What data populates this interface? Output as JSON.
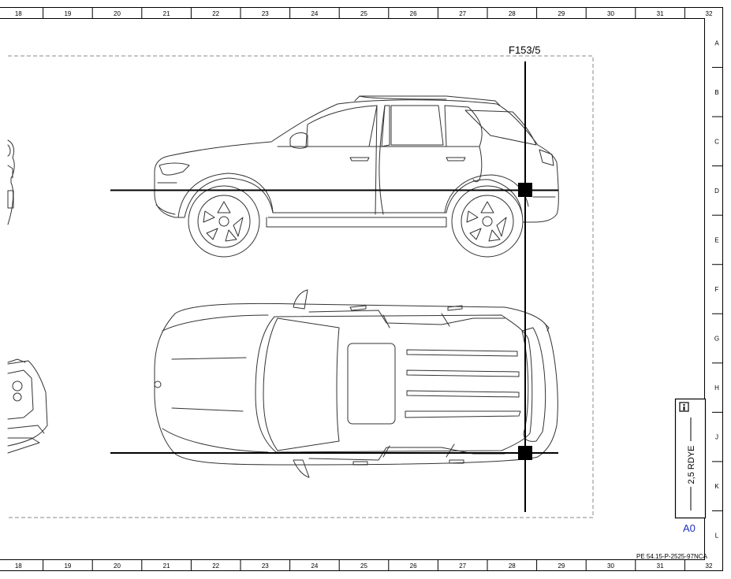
{
  "frame": {
    "columns": [
      "18",
      "19",
      "20",
      "21",
      "22",
      "23",
      "24",
      "25",
      "26",
      "27",
      "28",
      "29",
      "30",
      "31",
      "32"
    ],
    "rows": [
      "A",
      "B",
      "C",
      "D",
      "E",
      "F",
      "G",
      "H",
      "J",
      "K",
      "L"
    ]
  },
  "connector": {
    "label": "F153/5"
  },
  "wire_callout": {
    "wire_label": "2,5 RDYE",
    "connector_id": "A0",
    "icon": "info-icon"
  },
  "document": {
    "reference": "PE 54.15-P-2525-97NCA"
  },
  "colors": {
    "line": "#000000",
    "vehicle_outline": "#333333",
    "dashed_border": "#888888",
    "connector_id": "#1f2fbf"
  }
}
